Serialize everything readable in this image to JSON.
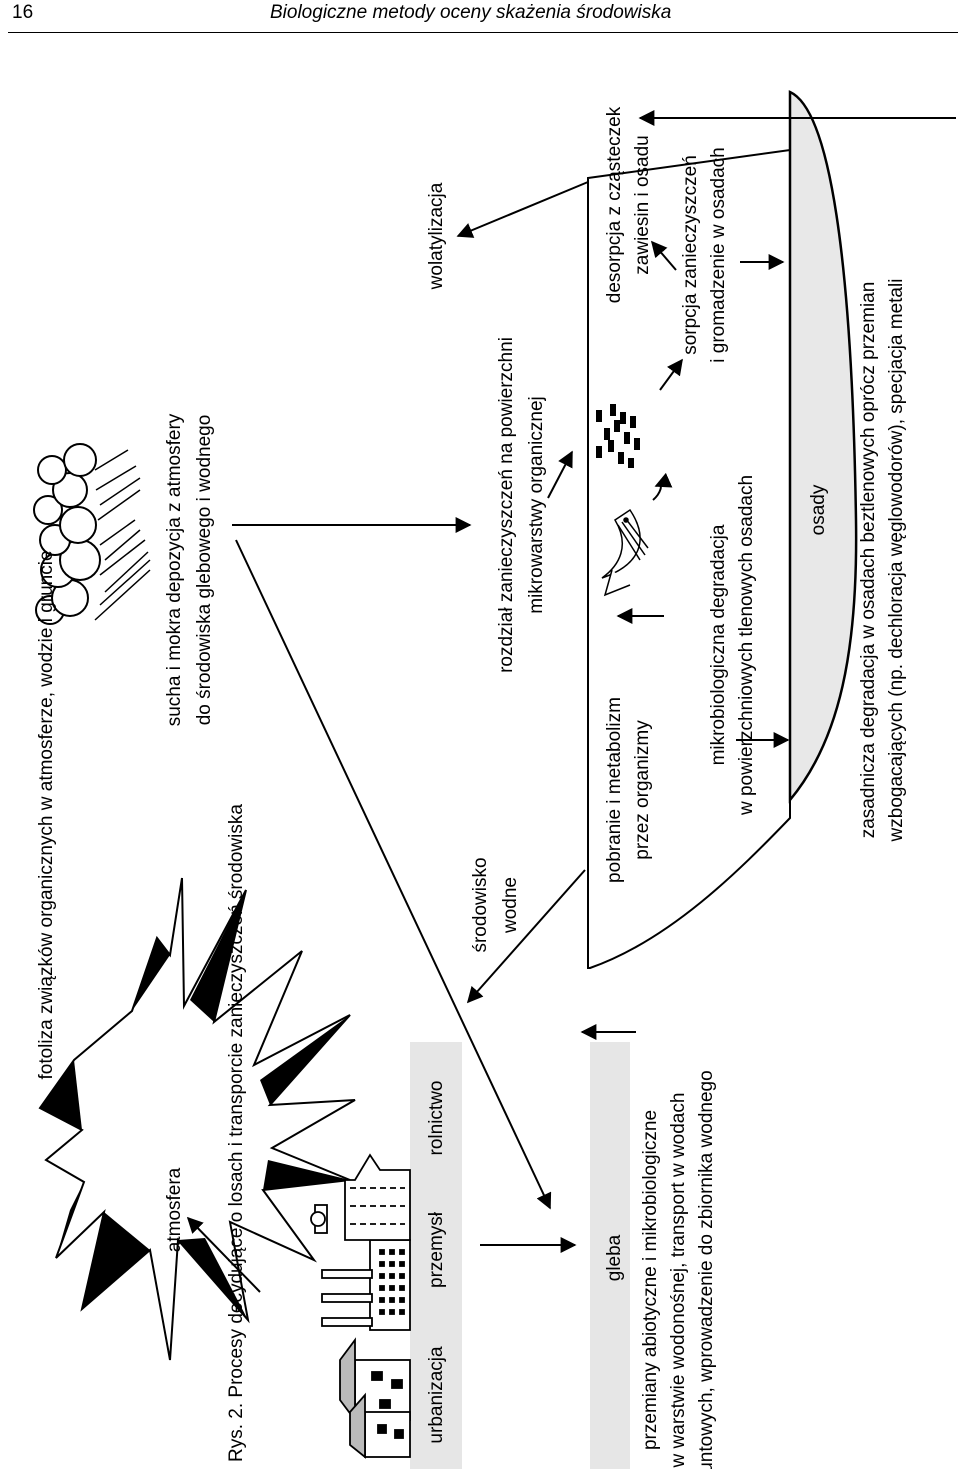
{
  "header": {
    "page_number": "16",
    "running_title": "Biologiczne metody oceny skażenia środowiska"
  },
  "labels": {
    "photolysis": "fotoliza związków organicznych w atmosferze, wodzie i gruncie",
    "atmosphere": "atmosfera",
    "deposition_line1": "sucha i mokra depozycja z atmosfery",
    "deposition_line2": "do środowiska glebowego i wodnego",
    "volatilization": "wolatylizacja",
    "urbanization": "urbanizacja",
    "industry": "przemysł",
    "agriculture": "rolnictwo",
    "aquatic_line1": "środowisko",
    "aquatic_line2": "wodne",
    "partition_line1": "rozdział zanieczyszczeń na powierzchni",
    "partition_line2": "mikrowarstwy organicznej",
    "soil": "gleba",
    "soil_proc_line1": "przemiany abiotyczne i mikrobiologiczne",
    "soil_proc_line2": "w warstwie wodonośnej, transport w wodach",
    "soil_proc_line3": "gruntowych, wprowadzenie do zbiornika wodnego",
    "uptake_line1": "pobranie i metabolizm",
    "uptake_line2": "przez organizmy",
    "desorption_line1": "desorpcja z cząsteczek",
    "desorption_line2": "zawiesin i osadu",
    "sorption_line1": "sorpcja zanieczyszczeń",
    "sorption_line2": "i gromadzenie w osadach",
    "microbial_line1": "mikrobiologiczna degradacja",
    "microbial_line2": "w powierzchniowych tlenowych  osadach",
    "sediments": "osady",
    "anaerobic_line1": "zasadnicza degradacja w osadach beztlenowych oprócz przemian",
    "anaerobic_line2": "wzbogacających (np. dechloracja węglowodorów), specjacja metali"
  },
  "caption": "Rys. 2. Procesy decydujące o losach i transporcie zanieczyszczeń środowiska",
  "icons": [
    "sun-icon",
    "rain-cloud-icon",
    "houses-icon",
    "factory-icon",
    "farm-icon",
    "fish-icon",
    "particles-icon"
  ],
  "colors": {
    "ink": "#000000",
    "panel_gray": "#e6e6e6",
    "sediment_fill": "#e8e8e8"
  }
}
